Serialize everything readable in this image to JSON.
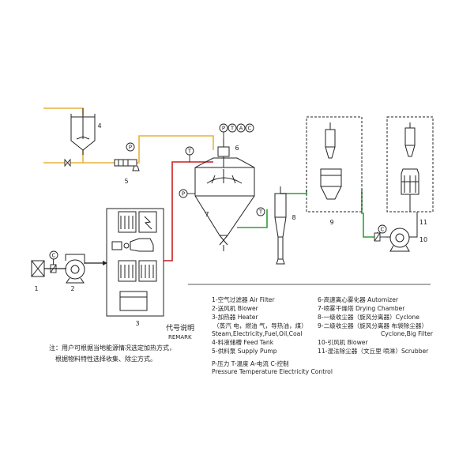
{
  "colors": {
    "line": "#222222",
    "hot_air": "#cc1f1f",
    "feed": "#e8b23a",
    "exhaust": "#2e9e3a"
  },
  "equipment_numbers": {
    "n1": "1",
    "n2": "2",
    "n3": "3",
    "n4": "4",
    "n5": "5",
    "n6": "6",
    "n7": "7",
    "n8": "8",
    "n9": "9",
    "n10": "10",
    "n11": "11"
  },
  "instrument_tags": {
    "p_feed": "P",
    "t_inlet": "T",
    "p_chamber": "P",
    "t_outlet": "T",
    "ptac_p": "P",
    "ptac_t": "T",
    "ptac_a": "A",
    "ptac_c": "C",
    "c_blower": "C",
    "c_fan": "C"
  },
  "remark": {
    "title_cn": "代号说明",
    "title_en": "REMARK"
  },
  "legend": {
    "l1": "1-空气过滤器 Air Filter",
    "l2": "2-送风机 Blower",
    "l3": "3-加热器 Heater",
    "l3b": "（蒸汽 电，燃油 气，导热油，煤）",
    "l3c": "Steam,Electricity,Fuel,Oil,Coal",
    "l4": "4-料液储槽 Feed Tank",
    "l5": "5-供料泵  Supply Pump",
    "l6": "6-高速离心雾化器 Automizer",
    "l7": "7-喷雾干燥塔   Drying Chamber",
    "l8": "8-一级收尘器（旋风分离器）Cyclone",
    "l9": "9-二级收尘器（旋风分离器 布袋除尘器）",
    "l9b": "Cyclone,Big Filter",
    "l10": "10-引风机  Blower",
    "l11": "11-湿法除尘器（文丘里 喷淋）Scrubber",
    "codes": "P-压力     T-温度     A-电流     C-控制",
    "codes_en": "Pressure Temperature Electricity Control"
  },
  "note": {
    "line1": "注：用户可根据当地能源情况选定加热方式，",
    "line2": "根据物料特性选择收集、除尘方式。"
  }
}
